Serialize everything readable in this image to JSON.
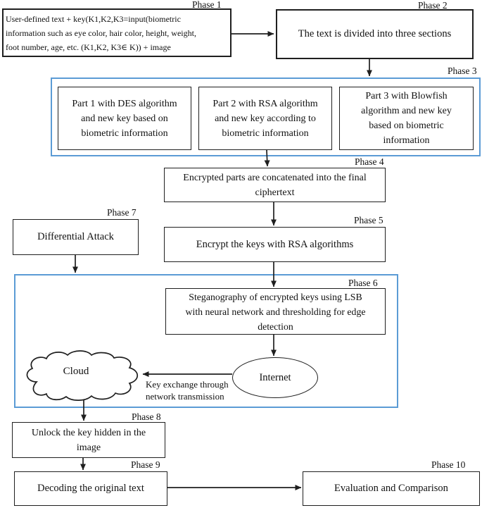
{
  "title": "Ten-phase hybrid encryption and steganography flowchart",
  "colors": {
    "container_border": "#5b9bd5",
    "box_border": "#1f1f1f",
    "text": "#111111",
    "background": "#ffffff"
  },
  "phases": {
    "phase1_label": "Phase 1",
    "phase2_label": "Phase 2",
    "phase3_label": "Phase 3",
    "phase4_label": "Phase 4",
    "phase5_label": "Phase 5",
    "phase6_label": "Phase 6",
    "phase7_label": "Phase 7",
    "phase8_label": "Phase 8",
    "phase9_label": "Phase 9",
    "phase10_label": "Phase 10"
  },
  "nodes": {
    "user_input": "User-defined text + key(K1,K2,K3=input(biometric\ninformation such as eye color, hair color, height, weight,\nfoot number, age, etc. (K1,K2, K3∈ K)) + image",
    "text_divided": "The text is divided into three sections",
    "part1": "Part 1 with DES algorithm\nand new key based on\nbiometric information",
    "part2": "Part 2 with RSA algorithm\nand new key according to\nbiometric information",
    "part3": "Part 3 with Blowfish\nalgorithm and new key\nbased on biometric\ninformation",
    "concatenate": "Encrypted parts are concatenated into the final\nciphertext",
    "encrypt_keys": "Encrypt the keys with RSA algorithms",
    "differential_attack": "Differential Attack",
    "steganography": "Steganography of encrypted keys using LSB\nwith neural network and thresholding for edge\ndetection",
    "internet": "Internet",
    "cloud": "Cloud",
    "key_exchange": "Key exchange through\nnetwork transmission",
    "unlock_key": "Unlock the key hidden in the\nimage",
    "decoding": "Decoding the original text",
    "evaluation": "Evaluation and Comparison"
  }
}
